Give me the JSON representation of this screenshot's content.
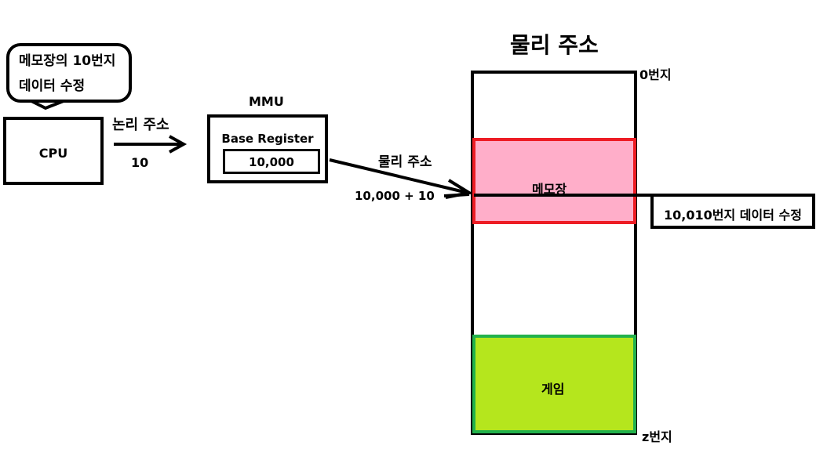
{
  "speech_bubble": {
    "line1": "메모장의 10번지",
    "line2": "데이터 수정"
  },
  "cpu": {
    "label": "CPU"
  },
  "logical_address": {
    "label": "논리 주소",
    "value": "10"
  },
  "mmu": {
    "title": "MMU",
    "register_label": "Base Register",
    "register_value": "10,000"
  },
  "physical_address_arrow": {
    "label": "물리 주소",
    "formula": "10,000 + 10"
  },
  "memory": {
    "title": "물리 주소",
    "top_label": "0번지",
    "bottom_label": "z번지",
    "notepad": {
      "label": "메모장",
      "fill": "#ffaec9",
      "border": "#ed1c24"
    },
    "game": {
      "label": "게임",
      "fill": "#b5e61d",
      "border": "#22b14c"
    }
  },
  "target_box": {
    "label": "10,010번지 데이터 수정"
  }
}
